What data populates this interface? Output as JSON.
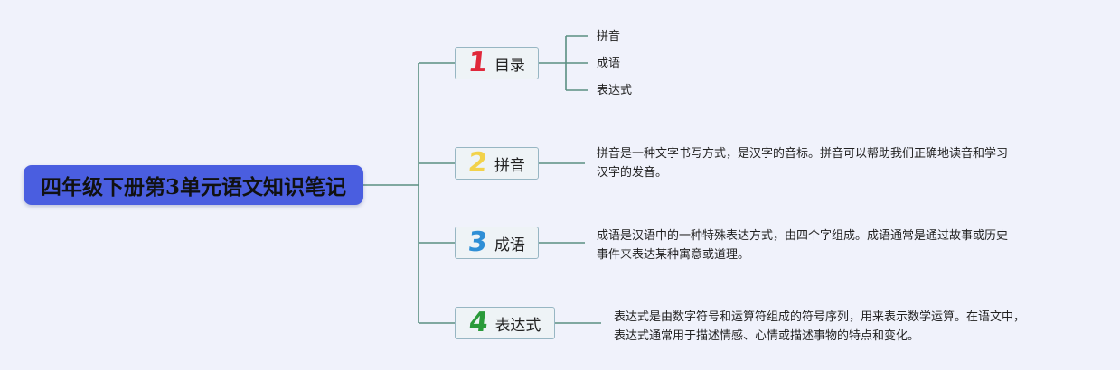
{
  "root": {
    "title": "四年级下册第3单元语文知识笔记"
  },
  "branches": [
    {
      "number": "1",
      "number_color": "#e0283a",
      "label": "目录",
      "children": [
        "拼音",
        "成语",
        "表达式"
      ]
    },
    {
      "number": "2",
      "number_color": "#f2d24a",
      "label": "拼音",
      "text_line1": "拼音是一种文字书写方式，是汉字的音标。拼音可以帮助我们正确地读音和学习",
      "text_line2": "汉字的发音。"
    },
    {
      "number": "3",
      "number_color": "#2f8fd6",
      "label": "成语",
      "text_line1": "成语是汉语中的一种特殊表达方式，由四个字组成。成语通常是通过故事或历史",
      "text_line2": "事件来表达某种寓意或道理。"
    },
    {
      "number": "4",
      "number_color": "#2a9a3a",
      "label": "表达式",
      "text_line1": "表达式是由数字符号和运算符组成的符号序列，用来表示数学运算。在语文中，",
      "text_line2": "表达式通常用于描述情感、心情或描述事物的特点和变化。"
    }
  ],
  "colors": {
    "connector": "#5a8f82",
    "root_bg": "#4a5ee0",
    "node_border": "#97b6c3"
  }
}
